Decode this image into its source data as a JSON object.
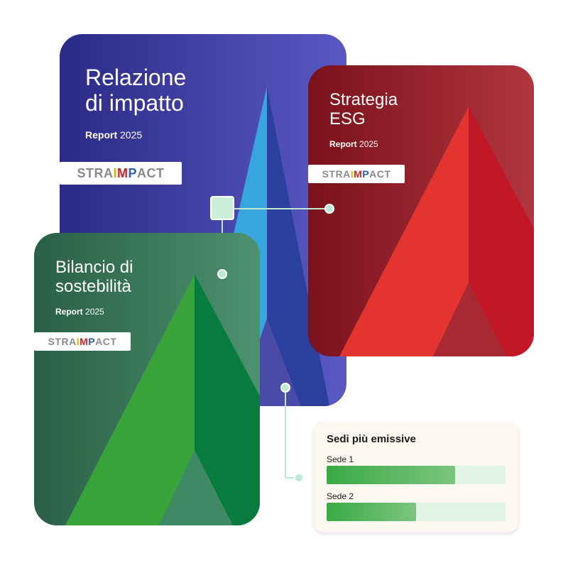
{
  "colors": {
    "blue_card": "#2f2f8f",
    "red_card": "#8a1520",
    "green_card": "#2f6b4e",
    "connector": "#bfe8d2",
    "bar_fill": "#3aaa45",
    "bar_track": "#e2f4e4"
  },
  "cards": {
    "impact": {
      "title": "Relazione\ndi impatto",
      "subtitle_bold": "Report",
      "subtitle_year": "2025",
      "logo": "STRAIMPACT"
    },
    "esg": {
      "title": "Strategia\nESG",
      "subtitle_bold": "Report",
      "subtitle_year": "2025",
      "logo": "STRAIMPACT"
    },
    "sustainability": {
      "title": "Bilancio di\nsostebilità",
      "subtitle_bold": "Report",
      "subtitle_year": "2025",
      "logo": "STRAIMPACT"
    }
  },
  "emissions": {
    "title": "Sedi più emissive",
    "rows": [
      {
        "label": "Sede 1",
        "fill_fraction": 0.72
      },
      {
        "label": "Sede 2",
        "fill_fraction": 0.5
      }
    ]
  }
}
